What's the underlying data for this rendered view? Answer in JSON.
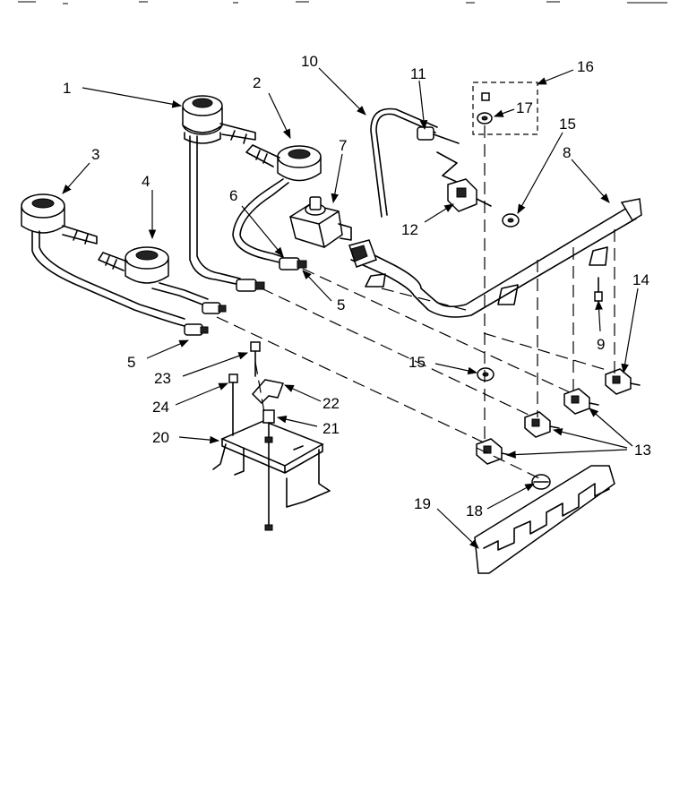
{
  "callouts": [
    {
      "id": "c1",
      "text": "1"
    },
    {
      "id": "c2",
      "text": "2"
    },
    {
      "id": "c3",
      "text": "3"
    },
    {
      "id": "c4",
      "text": "4"
    },
    {
      "id": "c5a",
      "text": "5"
    },
    {
      "id": "c5b",
      "text": "5"
    },
    {
      "id": "c6",
      "text": "6"
    },
    {
      "id": "c7",
      "text": "7"
    },
    {
      "id": "c8",
      "text": "8"
    },
    {
      "id": "c9",
      "text": "9"
    },
    {
      "id": "c10",
      "text": "10"
    },
    {
      "id": "c11",
      "text": "11"
    },
    {
      "id": "c12",
      "text": "12"
    },
    {
      "id": "c13",
      "text": "13"
    },
    {
      "id": "c14",
      "text": "14"
    },
    {
      "id": "c15a",
      "text": "15"
    },
    {
      "id": "c15b",
      "text": "15"
    },
    {
      "id": "c16",
      "text": "16"
    },
    {
      "id": "c17",
      "text": "17"
    },
    {
      "id": "c18",
      "text": "18"
    },
    {
      "id": "c19",
      "text": "19"
    },
    {
      "id": "c20",
      "text": "20"
    },
    {
      "id": "c21",
      "text": "21"
    },
    {
      "id": "c22",
      "text": "22"
    },
    {
      "id": "c23",
      "text": "23"
    },
    {
      "id": "c24",
      "text": "24"
    }
  ]
}
